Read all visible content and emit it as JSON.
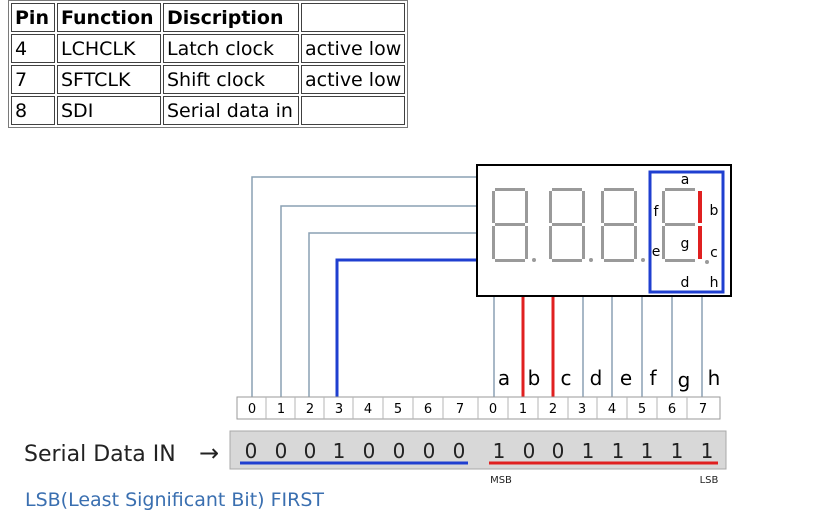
{
  "pin_table": {
    "headers": [
      "Pin",
      "Function",
      "Discription",
      ""
    ],
    "rows": [
      [
        "4",
        "LCHCLK",
        "Latch clock",
        "active low"
      ],
      [
        "7",
        "SFTCLK",
        "Shift clock",
        "active low"
      ],
      [
        "8",
        "SDI",
        "Serial data in",
        ""
      ]
    ]
  },
  "display": {
    "digit_segment_labels": [
      "a",
      "b",
      "c",
      "d",
      "e",
      "f",
      "g",
      "h"
    ]
  },
  "segment_labels": [
    "a",
    "b",
    "c",
    "d",
    "e",
    "f",
    "g",
    "h"
  ],
  "register": {
    "left_indices": [
      "0",
      "1",
      "2",
      "3",
      "4",
      "5",
      "6",
      "7"
    ],
    "right_indices": [
      "0",
      "1",
      "2",
      "3",
      "4",
      "5",
      "6",
      "7"
    ]
  },
  "serial": {
    "label": "Serial Data IN",
    "arrow": "→",
    "left_bits": [
      "0",
      "0",
      "0",
      "1",
      "0",
      "0",
      "0",
      "0"
    ],
    "right_bits": [
      "1",
      "0",
      "0",
      "1",
      "1",
      "1",
      "1",
      "1"
    ],
    "msb_label": "MSB",
    "lsb_label": "LSB"
  },
  "footnote": "LSB(Least Significant Bit) FIRST",
  "colors": {
    "grey_wire": "#8aa0b4",
    "blue_wire": "#1f3fd0",
    "red_wire": "#e02020",
    "footnote": "#3a6fb0",
    "segment": "#9a9a9a"
  }
}
